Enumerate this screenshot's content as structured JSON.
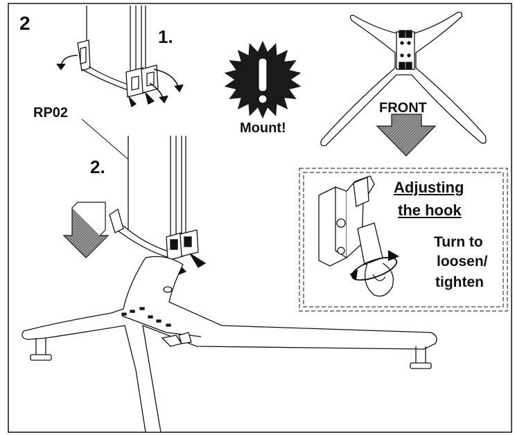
{
  "step_number": "2",
  "labels": {
    "sub_step_1": "1.",
    "sub_step_2": "2.",
    "part_code": "RP02",
    "mount": "Mount!",
    "front": "FRONT",
    "adjust_title_line1": "Adjusting",
    "adjust_title_line2": "the hook",
    "turn_line1": "Turn to",
    "turn_line2": "loosen/",
    "turn_line3": "tighten"
  },
  "icons": {
    "warning_burst": "exclamation-burst-icon",
    "front_arrow": "down-arrow-icon",
    "insert_arrow": "down-arrow-icon",
    "rotate_arrows": "rotation-arrow-icon"
  },
  "colors": {
    "line": "#111111",
    "fill_dark": "#1a1a1a",
    "fill_grey": "#8a8a8a",
    "background": "#ffffff"
  }
}
